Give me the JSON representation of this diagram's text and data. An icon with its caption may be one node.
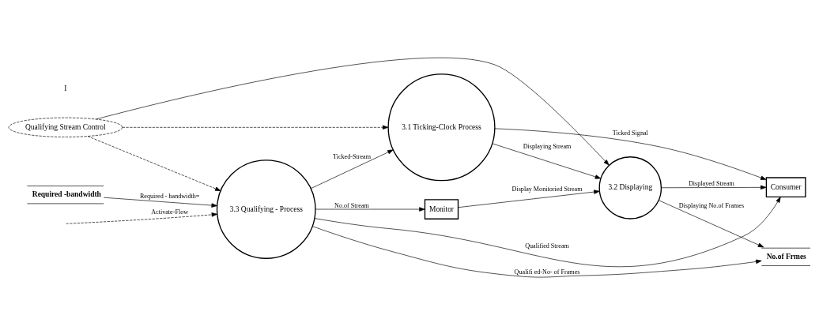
{
  "diagram": {
    "nodes": [
      {
        "text": [
          "No.of Frmes"
        ]
      },
      {
        "text": [
          "3.1 Ticking-Clock Process"
        ]
      },
      {
        "text": [
          "3.2 Displaying"
        ]
      },
      {
        "text": [
          "Monitor"
        ]
      },
      {
        "text": [
          "3.3 Qualifying - Process"
        ]
      },
      {
        "text": [
          "Required -bandwidth"
        ]
      },
      {
        "text": [
          "Qualifying Stream Control"
        ]
      },
      {
        "text": [
          "Consumer"
        ]
      }
    ],
    "edges": [
      {
        "from": 4,
        "to": 0,
        "arrow": "to",
        "label": "Qualifi ed-No- of Frames"
      },
      {
        "from": 2,
        "to": 0,
        "arrow": "to",
        "label": "Displaying No.of Frames"
      },
      {
        "from": 1,
        "to": 2,
        "arrow": "to",
        "label": "Displaying Stream"
      },
      {
        "from": 4,
        "to": 1,
        "arrow": "to",
        "label": "Ticked-Stream"
      },
      {
        "from": 1,
        "to": 7,
        "arrow": "to",
        "label": "Ticked Signal"
      },
      {
        "from": 3,
        "to": 2,
        "arrow": "to",
        "label": "Display Monitoried Stream"
      },
      {
        "from": 4,
        "to": 3,
        "arrow": "to",
        "label": "No.of Stream"
      },
      {
        "from": 5,
        "to": 4,
        "arrow": "to",
        "label": "Required - bandwidth="
      },
      {
        "from": 2,
        "to": 7,
        "arrow": "to",
        "label": "Displayed Stream"
      },
      {
        "from": 4,
        "to": 7,
        "arrow": "to",
        "label": "Qualified Stream"
      },
      {
        "from": 6,
        "to": 2,
        "arrow": "to"
      },
      {
        "from": 6,
        "to": 1,
        "arrow": "to",
        "style": "dashed"
      },
      {
        "from": 6,
        "to": 4,
        "arrow": "to",
        "style": "dashed"
      },
      {
        "from": null,
        "to": 4,
        "arrow": "to",
        "style": "dashed",
        "label": "Activate-Flow"
      }
    ],
    "labels": [
      "I"
    ]
  }
}
